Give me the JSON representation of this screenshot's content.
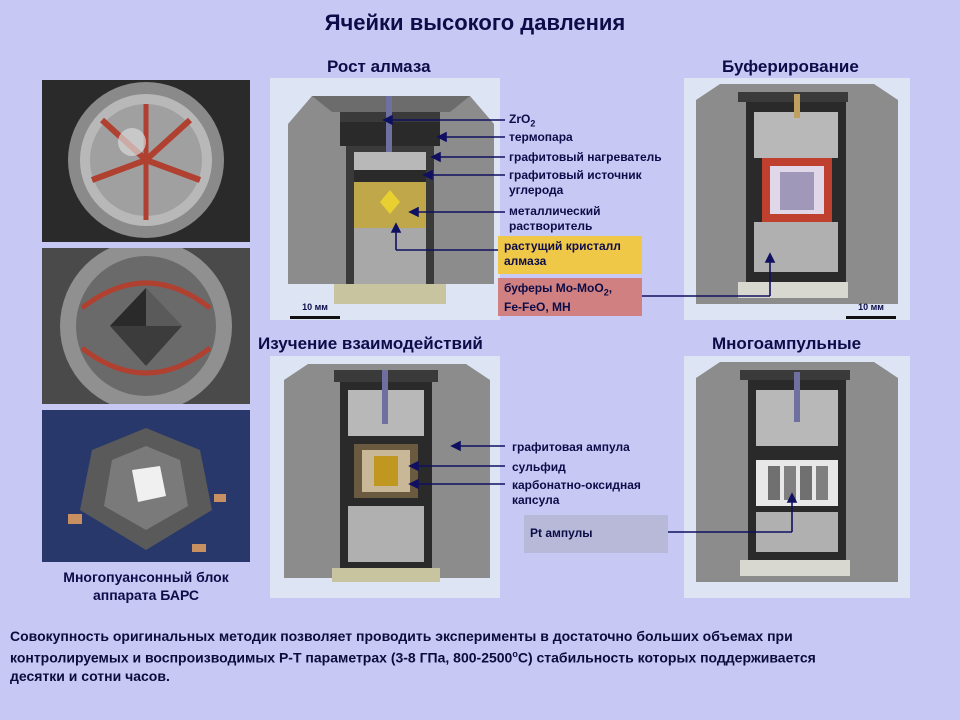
{
  "title": "Ячейки высокого давления",
  "sections": {
    "growth": "Рост алмаза",
    "buffer": "Буферирование",
    "interaction": "Изучение взаимодействий",
    "multi": "Многоампульные"
  },
  "growth_labels": {
    "zro2_base": "ZrO",
    "zro2_sub": "2",
    "thermocouple": "термопара",
    "heater": "графитовый нагреватель",
    "carbon_source_1": "графитовый источник",
    "carbon_source_2": "углерода",
    "solvent_1": "металлический",
    "solvent_2": "растворитель",
    "crystal_1": "растущий  кристалл",
    "crystal_2": "алмаза",
    "buffers_1a": "буферы Mo-MoO",
    "buffers_1sub": "2",
    "buffers_1b": ",",
    "buffers_2": "Fe-FeO, MH"
  },
  "interaction_labels": {
    "ampoule": "графитовая ампула",
    "sulfide": "сульфид",
    "capsule_1": "карбонатно-оксидная",
    "capsule_2": "капсула",
    "pt": "Pt ампулы"
  },
  "scale": "10 мм",
  "photo_caption_1": "Многопуансонный блок",
  "photo_caption_2": "аппарата БАРС",
  "bottom_text_1": "Совокупность оригинальных методик  позволяет проводить эксперименты в достаточно больших объемах при",
  "bottom_text_2": "контролируемых и воспроизводимых P-T параметрах (3-8 ГПа, 800-2500",
  "bottom_text_sup": "o",
  "bottom_text_3": "С) стабильность которых поддерживается",
  "bottom_text_4": "десятки и сотни часов.",
  "colors": {
    "background": "#c8c8f4",
    "crystal_box": "#f0c848",
    "buffer_box": "#d08080",
    "pt_box": "#b8b8d8",
    "arrow": "#101060"
  }
}
